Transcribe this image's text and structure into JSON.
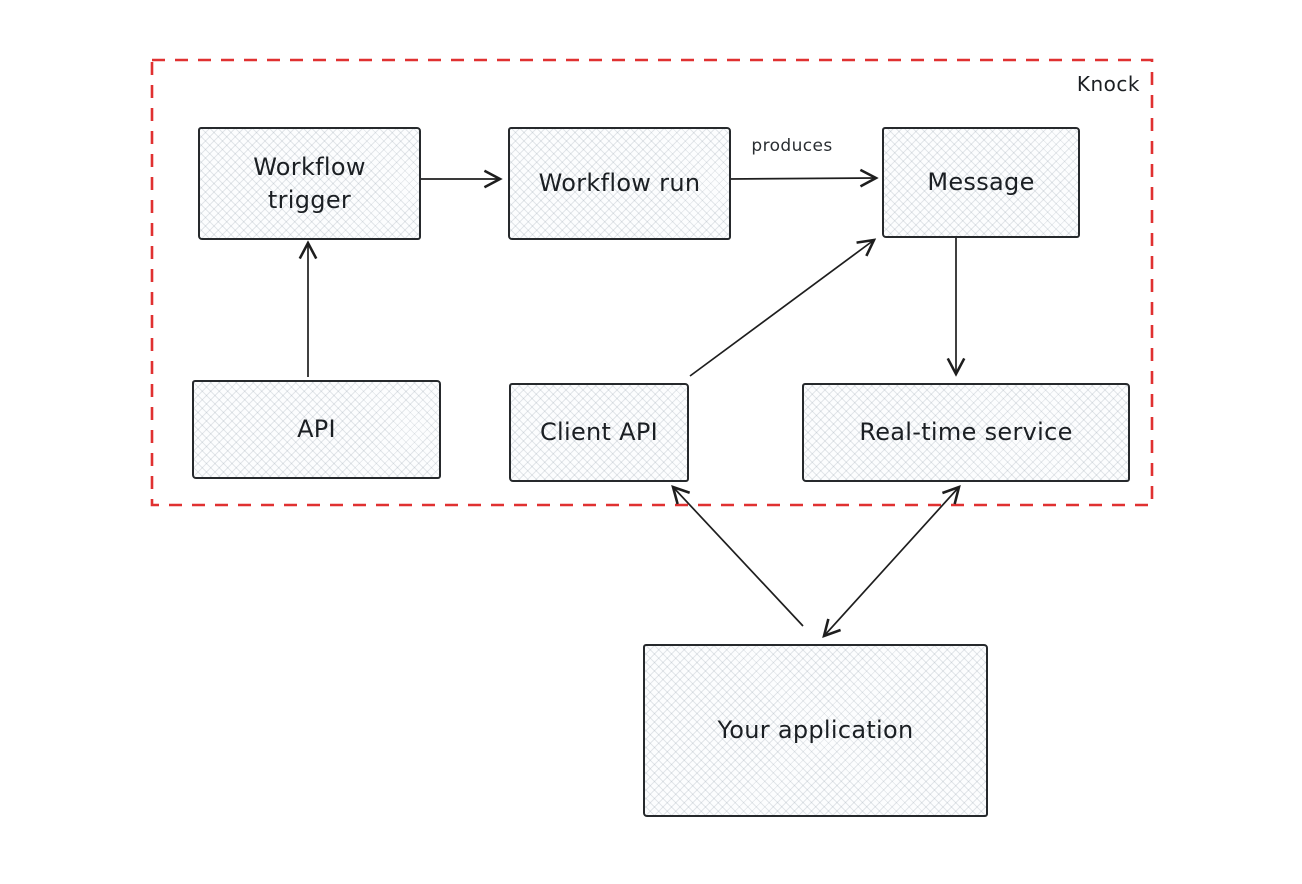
{
  "diagram": {
    "group": {
      "label": "Knock",
      "border_color": "#e03131",
      "border_style": "dashed"
    },
    "nodes": [
      {
        "id": "workflow-trigger",
        "label": "Workflow trigger",
        "inside_group": true
      },
      {
        "id": "workflow-run",
        "label": "Workflow run",
        "inside_group": true
      },
      {
        "id": "message",
        "label": "Message",
        "inside_group": true
      },
      {
        "id": "api",
        "label": "API",
        "inside_group": true
      },
      {
        "id": "client-api",
        "label": "Client API",
        "inside_group": true
      },
      {
        "id": "real-time-service",
        "label": "Real-time service",
        "inside_group": true
      },
      {
        "id": "your-application",
        "label": "Your application",
        "inside_group": false
      }
    ],
    "edges": [
      {
        "from": "workflow-trigger",
        "to": "workflow-run",
        "label": "",
        "bidirectional": false
      },
      {
        "from": "workflow-run",
        "to": "message",
        "label": "produces",
        "bidirectional": false
      },
      {
        "from": "api",
        "to": "workflow-trigger",
        "label": "",
        "bidirectional": false
      },
      {
        "from": "client-api",
        "to": "message",
        "label": "",
        "bidirectional": false
      },
      {
        "from": "message",
        "to": "real-time-service",
        "label": "",
        "bidirectional": false
      },
      {
        "from": "your-application",
        "to": "client-api",
        "label": "",
        "bidirectional": false
      },
      {
        "from": "real-time-service",
        "to": "your-application",
        "label": "",
        "bidirectional": true
      }
    ],
    "colors": {
      "stroke": "#1e1e1e",
      "group_border": "#e03131",
      "node_fill": "#fcfdfe",
      "text": "#1b1f23"
    }
  }
}
